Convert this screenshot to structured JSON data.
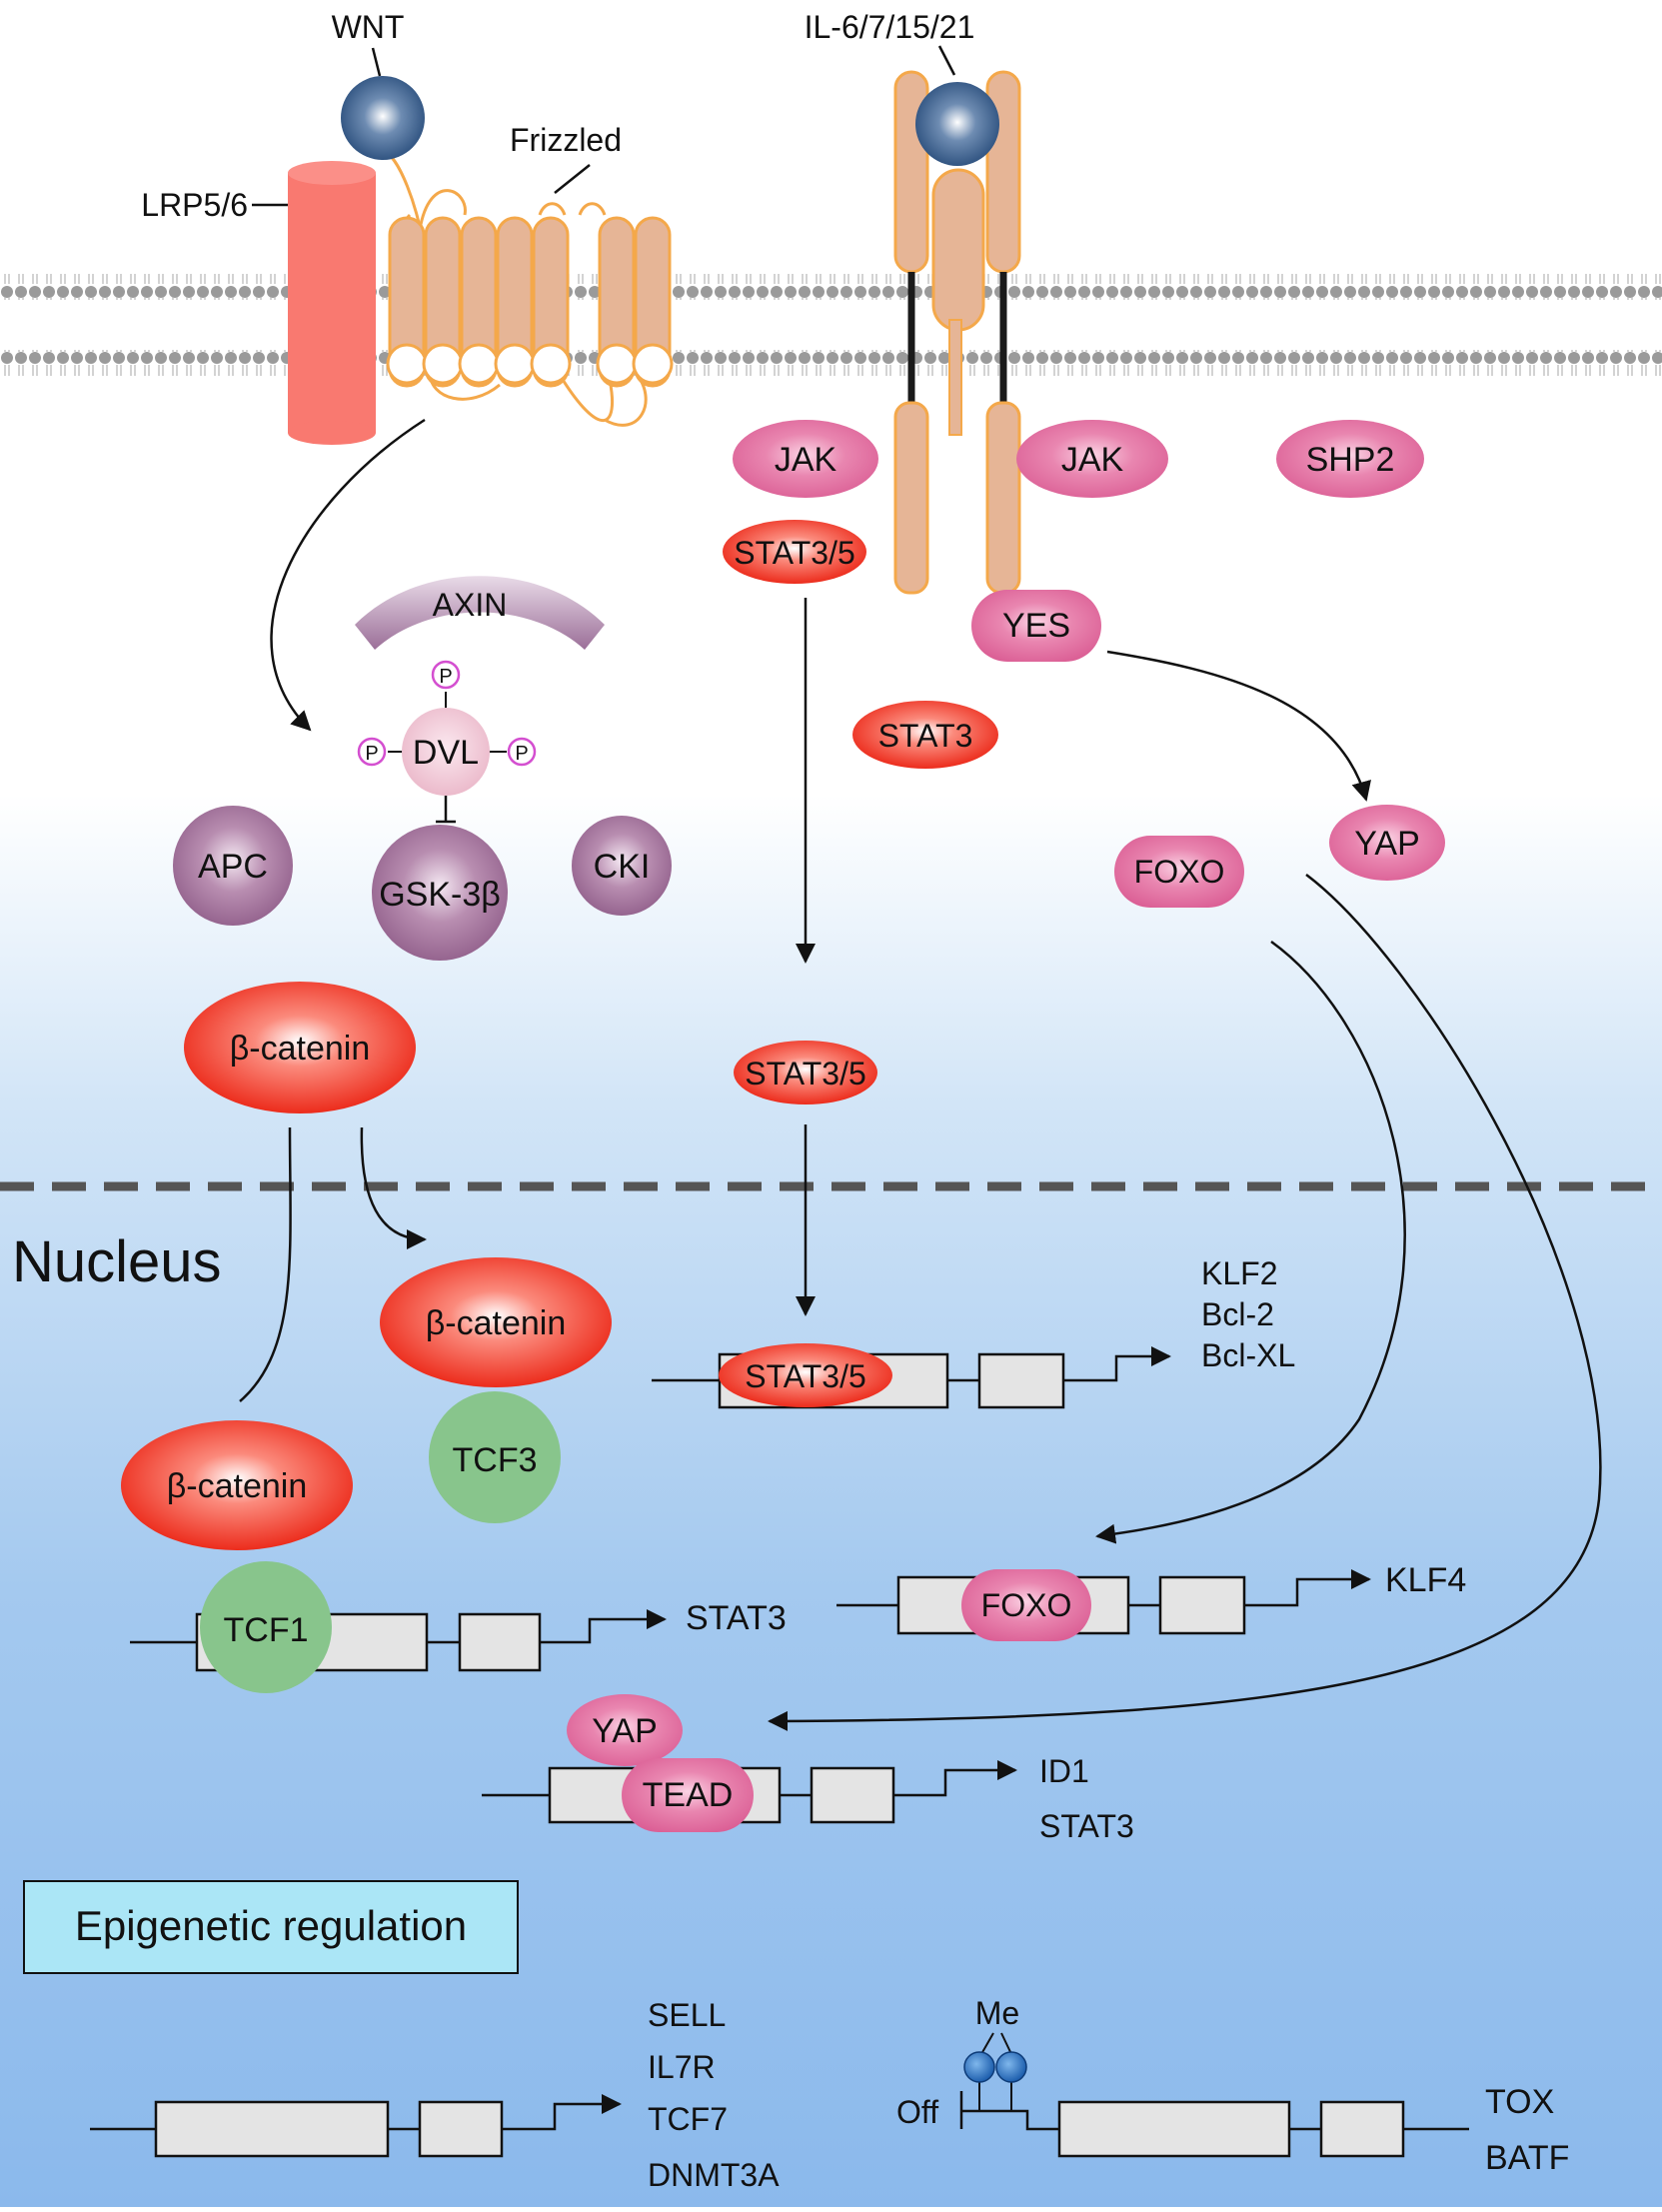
{
  "ligands": {
    "wnt": "WNT",
    "il": "IL-6/7/15/21"
  },
  "receptors": {
    "lrp": "LRP5/6",
    "frizzled": "Frizzled"
  },
  "cytoplasm": {
    "jak": "JAK",
    "shp2": "SHP2",
    "stat35": "STAT3/5",
    "yes": "YES",
    "stat3": "STAT3",
    "axin": "AXIN",
    "dvl": "DVL",
    "phospho": "P",
    "apc": "APC",
    "gsk": "GSK-3β",
    "cki": "CKI",
    "foxo": "FOXO",
    "yap": "YAP",
    "bcatenin": "β-catenin"
  },
  "nucleus": {
    "label": "Nucleus",
    "bcatenin": "β-catenin",
    "tcf3": "TCF3",
    "tcf1": "TCF1",
    "stat35": "STAT3/5",
    "stat_targets": [
      "KLF2",
      "Bcl-2",
      "Bcl-XL"
    ],
    "tcf1_target": "STAT3",
    "foxo": "FOXO",
    "foxo_target": "KLF4",
    "yap": "YAP",
    "tead": "TEAD",
    "tead_targets": [
      "ID1",
      "STAT3"
    ]
  },
  "epigenetic": {
    "title": "Epigenetic regulation",
    "on_targets": [
      "SELL",
      "IL7R",
      "TCF7",
      "DNMT3A"
    ],
    "methyl": "Me",
    "off": "Off",
    "off_targets": [
      "TOX",
      "BATF"
    ]
  }
}
